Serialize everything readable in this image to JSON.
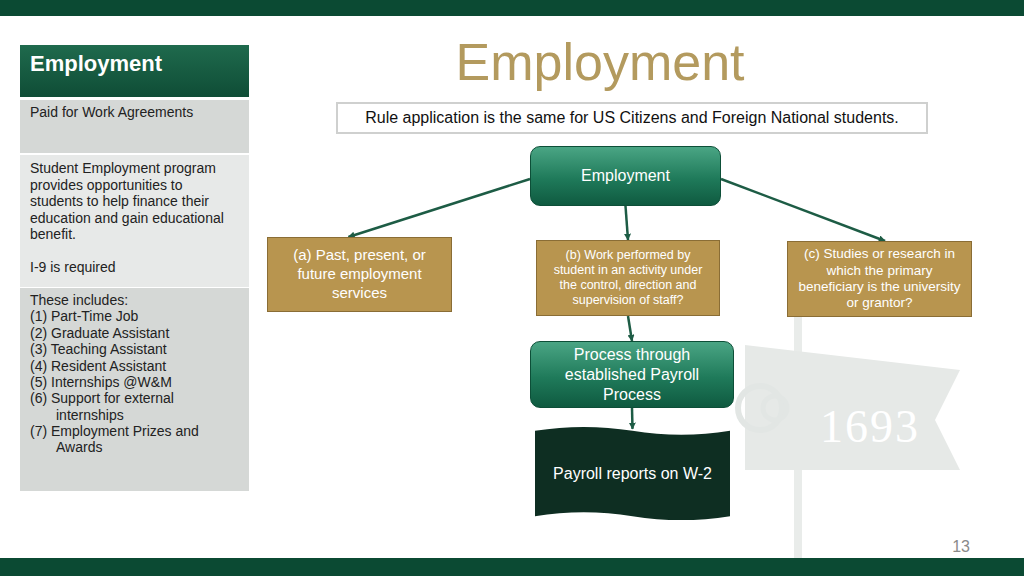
{
  "diagram": {
    "title": "Employment",
    "nodes": [
      {
        "text": [
          "Employment"
        ]
      },
      {
        "text": [
          "Paid for Work Agreements"
        ]
      },
      {
        "text": [
          "Student Employment program provides opportunities to students to help finance their education and gain educational benefit.",
          "I-9 is required"
        ]
      },
      {
        "text": [
          "These includes:",
          "(1) Part-Time Job",
          "(2) Graduate Assistant",
          "(3) Teaching Assistant",
          "(4) Resident Assistant",
          "(5) Internships @W&M",
          "(6) Support for external internships",
          "(7) Employment Prizes and Awards"
        ]
      },
      {
        "text": [
          "Rule application is the same for US Citizens and Foreign National students."
        ]
      },
      {
        "text": [
          "Employment"
        ]
      },
      {
        "text": [
          "(a) Past, present, or future employment services"
        ]
      },
      {
        "text": [
          "(b) Work performed by student in an activity under the control, direction and supervision of staff?"
        ]
      },
      {
        "text": [
          "(c) Studies or research in which the primary beneficiary is the university or grantor?"
        ]
      },
      {
        "text": [
          "Process through established Payroll Process"
        ]
      },
      {
        "text": [
          "Payroll reports on W-2"
        ]
      }
    ],
    "edges": [
      {
        "from": 5,
        "to": 6,
        "arrow": "to"
      },
      {
        "from": 5,
        "to": 7,
        "arrow": "to"
      },
      {
        "from": 5,
        "to": 8,
        "arrow": "to"
      },
      {
        "from": 7,
        "to": 9,
        "arrow": "to"
      },
      {
        "from": 9,
        "to": 10,
        "arrow": "to"
      }
    ],
    "labels": [
      "1693",
      "13"
    ]
  }
}
